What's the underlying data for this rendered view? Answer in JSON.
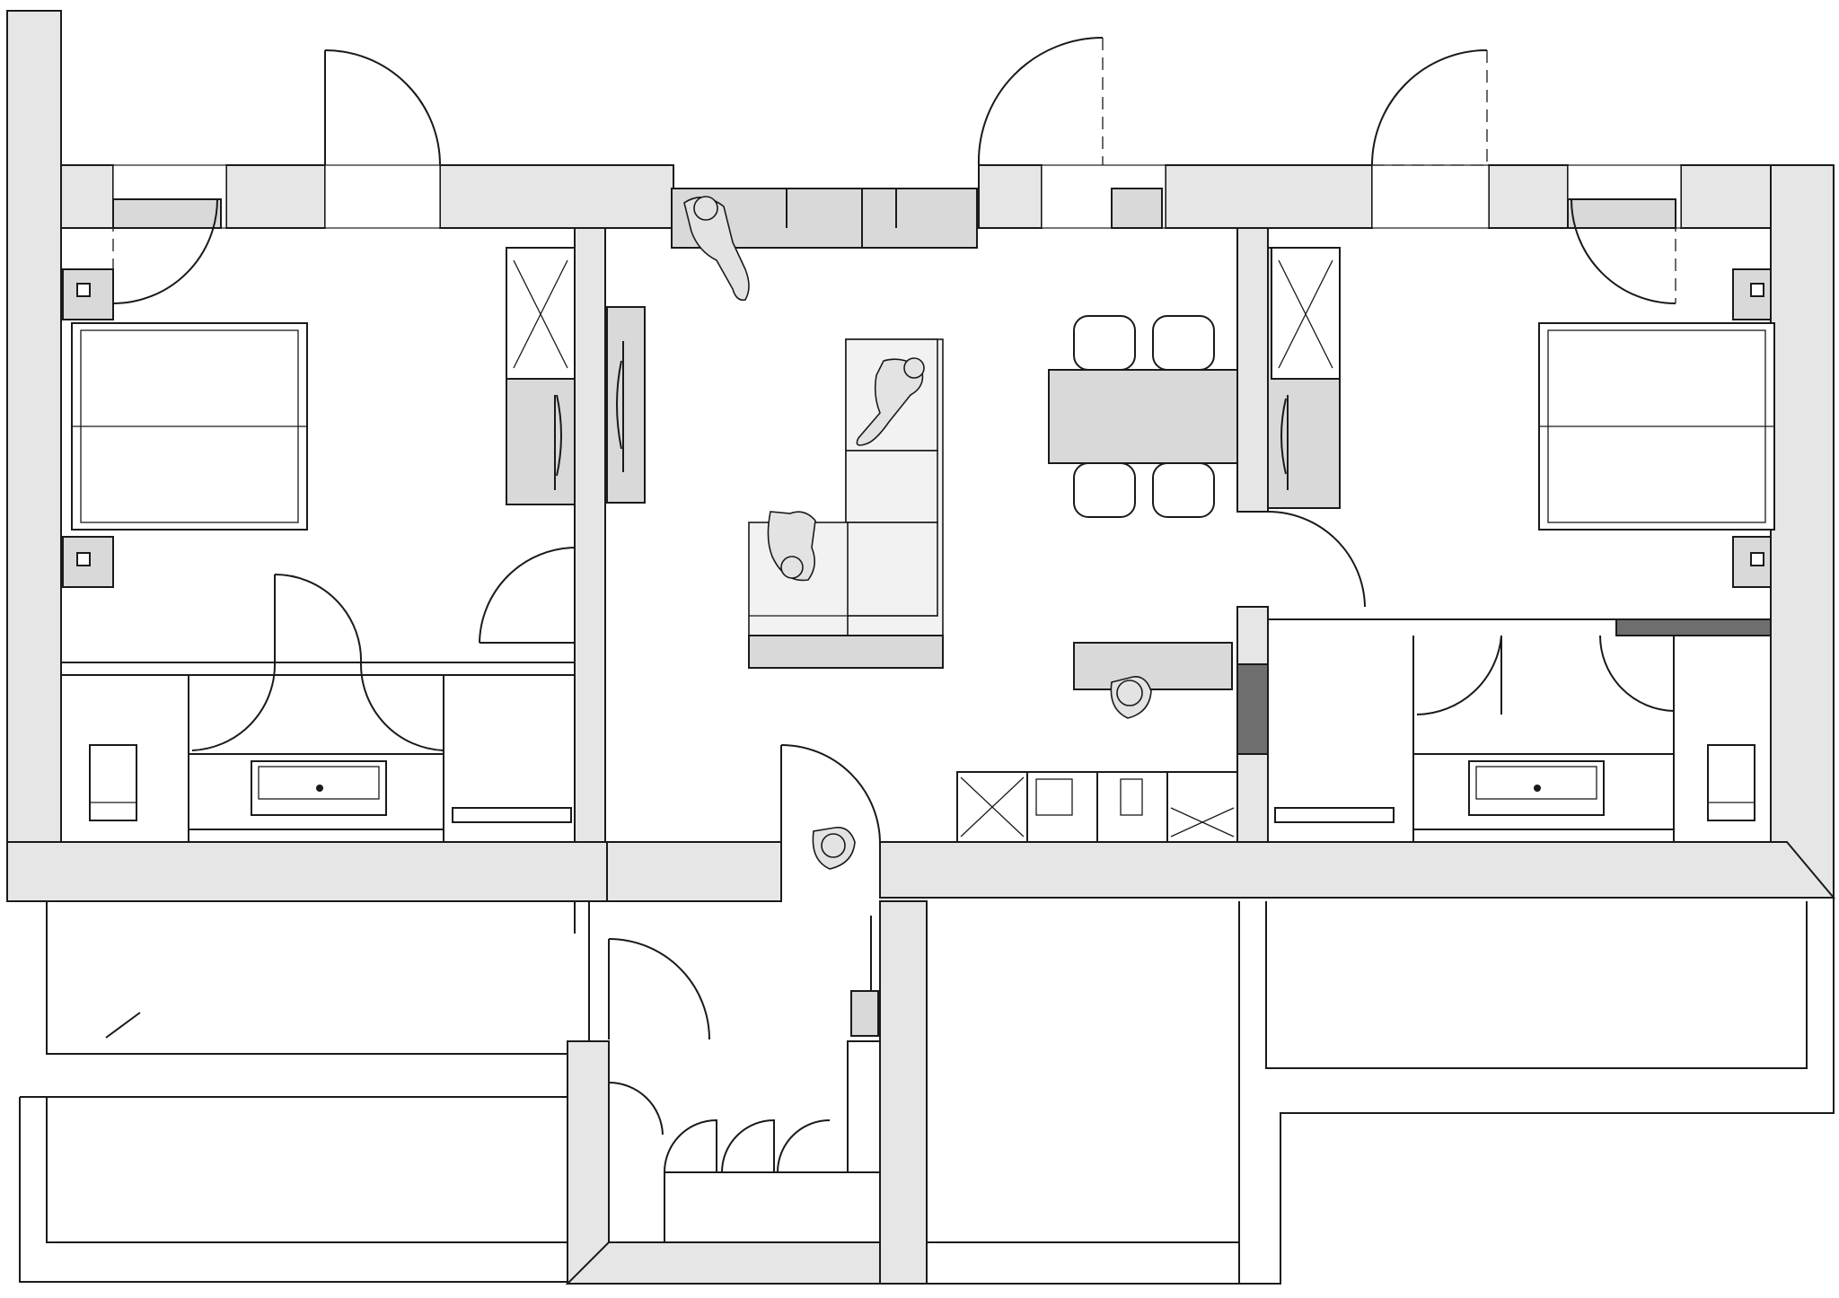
{
  "drawing": {
    "type": "architectural floor plan",
    "rooms": [
      "bedroom-left",
      "bathroom-left",
      "storage-left",
      "living-dining-kitchen",
      "entrance-hall",
      "bedroom-right",
      "bathroom-right",
      "storage-right",
      "balcony-left",
      "terrace-right"
    ],
    "furniture": [
      "double-bed",
      "double-bed",
      "wardrobe",
      "wardrobe",
      "tv-cabinet",
      "sectional-sofa",
      "dining-table",
      "dining-chair",
      "kitchen-counter",
      "kitchen-island",
      "washbasin",
      "toilet",
      "shower-tray"
    ],
    "palette": {
      "wall": "#e6e6e6",
      "wall_dark": "#6e6e6e",
      "line": "#1a1a1a",
      "furniture": "#d9d9d9",
      "background": "#ffffff"
    }
  }
}
